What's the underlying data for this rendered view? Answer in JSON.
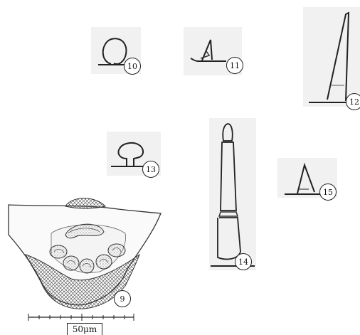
{
  "figure_labels": {
    "fig9": "9",
    "fig10": "10",
    "fig11": "11",
    "fig12": "12",
    "fig13": "13",
    "fig14": "14",
    "fig15": "15"
  },
  "scale_bar": {
    "label": "50μm"
  }
}
